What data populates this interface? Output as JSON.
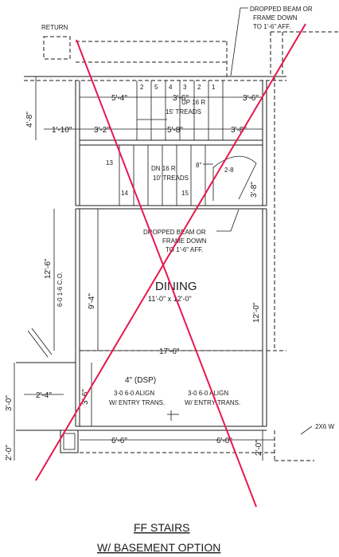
{
  "labels": {
    "return": "RETURN",
    "dropped_beam_top": [
      "DROPPED BEAM OR",
      "FRAME DOWN",
      "TO 1'-6\" AFF."
    ],
    "dropped_beam_mid": [
      "DROPPED BEAM OR",
      "FRAME DOWN",
      "TO 1'-6\" AFF."
    ],
    "up_stair": [
      "UP 16 R",
      "15' TREADS"
    ],
    "dn_stair": [
      "DN 16 R",
      "10' TREADS"
    ],
    "room_name": "DINING",
    "room_size": "11'-0\" x 12'-0\"",
    "header_note": "4\" (DSP)",
    "align_left": [
      "3-0 6-0 ALIGN",
      "W/ ENTRY TRANS."
    ],
    "align_right": [
      "3-0 6-0 ALIGN",
      "W/ ENTRY TRANS."
    ],
    "co_note": "6-0 1-6 C.O.",
    "wall_note": "2X6 W",
    "step_2_8": "2-8",
    "step_8": "8\"",
    "tread_marks": [
      "2",
      "5",
      "4",
      "3",
      "2",
      "1"
    ],
    "tread_marks_low": [
      "13",
      "14",
      "15"
    ]
  },
  "dimensions": {
    "d_5_4": "5'-4\"",
    "d_3_6_a": "3'-6\"",
    "d_3_6_b": "3'-6\"",
    "d_4_8": "4'-8\"",
    "d_1_10": "1'-10\"",
    "d_3_2": "3'-2\"",
    "d_5_8": "5'-8\"",
    "d_3_8_a": "3'-8\"",
    "d_3_8_b": "3'-8\"",
    "d_12_6": "12'-6\"",
    "d_9_4": "9'-4\"",
    "d_12_0": "12'-0\"",
    "d_17_6": "17'-6\"",
    "d_3_0": "3'-0\"",
    "d_2_4": "2'-4\"",
    "d_3_6_c": "3'-6\"",
    "d_2_0_a": "2'-0\"",
    "d_6_6": "6'-6\"",
    "d_6_0": "6'-0\"",
    "d_2_0_b": "2'-0\""
  },
  "title": [
    "FF STAIRS",
    "W/ BASEMENT OPTION"
  ],
  "colors": {
    "ink": "#1a1a1a",
    "cross": "#e8174f"
  }
}
